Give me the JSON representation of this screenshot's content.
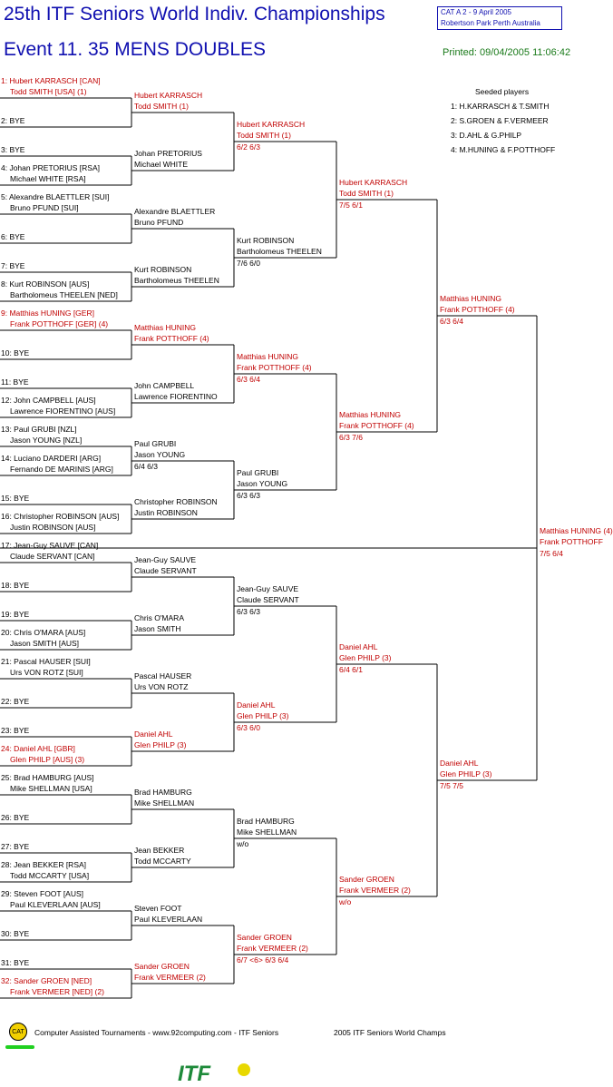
{
  "header": {
    "title": "25th ITF Seniors World Indiv. Championships",
    "event": "Event 11. 35 MENS DOUBLES",
    "cat_line1": "CAT A   2 - 9 April 2005",
    "cat_line2": "Robertson Park Perth    Australia",
    "printed": "Printed: 09/04/2005 11:06:42"
  },
  "seeds": {
    "title": "Seeded players",
    "items": [
      "1: H.KARRASCH & T.SMITH",
      "2: S.GROEN & F.VERMEER",
      "3: D.AHL & G.PHILP",
      "4: M.HUNING & F.POTTHOFF"
    ]
  },
  "draw": [
    {
      "a": "1: Hubert KARRASCH [CAN]",
      "b": "Todd SMITH [USA] (1)",
      "red": true
    },
    {
      "a": "2: BYE",
      "b": "",
      "red": false
    },
    {
      "a": "3: BYE",
      "b": "",
      "red": false
    },
    {
      "a": "4: Johan PRETORIUS [RSA]",
      "b": "Michael WHITE [RSA]",
      "red": false
    },
    {
      "a": "5: Alexandre BLAETTLER [SUI]",
      "b": "Bruno PFUND [SUI]",
      "red": false
    },
    {
      "a": "6: BYE",
      "b": "",
      "red": false
    },
    {
      "a": "7: BYE",
      "b": "",
      "red": false
    },
    {
      "a": "8: Kurt ROBINSON [AUS]",
      "b": "Bartholomeus THEELEN [NED]",
      "red": false
    },
    {
      "a": "9: Matthias HUNING [GER]",
      "b": "Frank POTTHOFF [GER] (4)",
      "red": true
    },
    {
      "a": "10: BYE",
      "b": "",
      "red": false
    },
    {
      "a": "11: BYE",
      "b": "",
      "red": false
    },
    {
      "a": "12: John CAMPBELL [AUS]",
      "b": "Lawrence FIORENTINO [AUS]",
      "red": false
    },
    {
      "a": "13: Paul GRUBI [NZL]",
      "b": "Jason YOUNG [NZL]",
      "red": false
    },
    {
      "a": "14: Luciano DARDERI [ARG]",
      "b": "Fernando DE MARINIS [ARG]",
      "red": false
    },
    {
      "a": "15: BYE",
      "b": "",
      "red": false
    },
    {
      "a": "16: Christopher ROBINSON [AUS]",
      "b": "Justin ROBINSON [AUS]",
      "red": false
    },
    {
      "a": "17: Jean-Guy SAUVE [CAN]",
      "b": "Claude SERVANT [CAN]",
      "red": false
    },
    {
      "a": "18: BYE",
      "b": "",
      "red": false
    },
    {
      "a": "19: BYE",
      "b": "",
      "red": false
    },
    {
      "a": "20: Chris O'MARA [AUS]",
      "b": "Jason SMITH [AUS]",
      "red": false
    },
    {
      "a": "21: Pascal HAUSER [SUI]",
      "b": "Urs VON ROTZ [SUI]",
      "red": false
    },
    {
      "a": "22: BYE",
      "b": "",
      "red": false
    },
    {
      "a": "23: BYE",
      "b": "",
      "red": false
    },
    {
      "a": "24: Daniel AHL [GBR]",
      "b": "Glen PHILP [AUS] (3)",
      "red": true
    },
    {
      "a": "25: Brad HAMBURG [AUS]",
      "b": "Mike SHELLMAN [USA]",
      "red": false
    },
    {
      "a": "26: BYE",
      "b": "",
      "red": false
    },
    {
      "a": "27: BYE",
      "b": "",
      "red": false
    },
    {
      "a": "28: Jean BEKKER [RSA]",
      "b": "Todd MCCARTY [USA]",
      "red": false
    },
    {
      "a": "29: Steven FOOT [AUS]",
      "b": "Paul KLEVERLAAN [AUS]",
      "red": false
    },
    {
      "a": "30: BYE",
      "b": "",
      "red": false
    },
    {
      "a": "31: BYE",
      "b": "",
      "red": false
    },
    {
      "a": "32: Sander GROEN [NED]",
      "b": "Frank VERMEER [NED] (2)",
      "red": true
    }
  ],
  "rounds": [
    [
      {
        "a": "Hubert KARRASCH",
        "b": "Todd SMITH (1)",
        "score": "",
        "red": true
      },
      {
        "a": "Johan PRETORIUS",
        "b": "Michael WHITE",
        "score": "",
        "red": false
      },
      {
        "a": "Alexandre BLAETTLER",
        "b": "Bruno PFUND",
        "score": "",
        "red": false
      },
      {
        "a": "Kurt ROBINSON",
        "b": "Bartholomeus THEELEN",
        "score": "",
        "red": false
      },
      {
        "a": "Matthias HUNING",
        "b": "Frank POTTHOFF (4)",
        "score": "",
        "red": true
      },
      {
        "a": "John CAMPBELL",
        "b": "Lawrence FIORENTINO",
        "score": "",
        "red": false
      },
      {
        "a": "Paul GRUBI",
        "b": "Jason YOUNG",
        "score": "6/4 6/3",
        "red": false
      },
      {
        "a": "Christopher ROBINSON",
        "b": "Justin ROBINSON",
        "score": "",
        "red": false
      },
      {
        "a": "Jean-Guy SAUVE",
        "b": "Claude SERVANT",
        "score": "",
        "red": false
      },
      {
        "a": "Chris O'MARA",
        "b": "Jason SMITH",
        "score": "",
        "red": false
      },
      {
        "a": "Pascal HAUSER",
        "b": "Urs VON ROTZ",
        "score": "",
        "red": false
      },
      {
        "a": "Daniel AHL",
        "b": "Glen PHILP (3)",
        "score": "",
        "red": true
      },
      {
        "a": "Brad HAMBURG",
        "b": "Mike SHELLMAN",
        "score": "",
        "red": false
      },
      {
        "a": "Jean BEKKER",
        "b": "Todd MCCARTY",
        "score": "",
        "red": false
      },
      {
        "a": "Steven FOOT",
        "b": "Paul KLEVERLAAN",
        "score": "",
        "red": false
      },
      {
        "a": "Sander GROEN",
        "b": "Frank VERMEER (2)",
        "score": "",
        "red": true
      }
    ],
    [
      {
        "a": "Hubert KARRASCH",
        "b": "Todd SMITH (1)",
        "score": "6/2 6/3",
        "red": true
      },
      {
        "a": "Kurt ROBINSON",
        "b": "Bartholomeus THEELEN",
        "score": "7/6 6/0",
        "red": false
      },
      {
        "a": "Matthias HUNING",
        "b": "Frank POTTHOFF (4)",
        "score": "6/3 6/4",
        "red": true
      },
      {
        "a": "Paul GRUBI",
        "b": "Jason YOUNG",
        "score": "6/3 6/3",
        "red": false
      },
      {
        "a": "Jean-Guy SAUVE",
        "b": "Claude SERVANT",
        "score": "6/3 6/3",
        "red": false
      },
      {
        "a": "Daniel AHL",
        "b": "Glen PHILP (3)",
        "score": "6/3 6/0",
        "red": true
      },
      {
        "a": "Brad HAMBURG",
        "b": "Mike SHELLMAN",
        "score": "w/o",
        "red": false
      },
      {
        "a": "Sander GROEN",
        "b": "Frank VERMEER (2)",
        "score": "6/7 <6> 6/3 6/4",
        "red": true
      }
    ],
    [
      {
        "a": "Hubert KARRASCH",
        "b": "Todd SMITH (1)",
        "score": "7/5 6/1",
        "red": true
      },
      {
        "a": "Matthias HUNING",
        "b": "Frank POTTHOFF (4)",
        "score": "6/3 7/6",
        "red": true
      },
      {
        "a": "Daniel AHL",
        "b": "Glen PHILP (3)",
        "score": "6/4 6/1",
        "red": true
      },
      {
        "a": "Sander GROEN",
        "b": "Frank VERMEER (2)",
        "score": "w/o",
        "red": true
      }
    ],
    [
      {
        "a": "Matthias HUNING",
        "b": "Frank POTTHOFF (4)",
        "score": "6/3 6/4",
        "red": true
      },
      {
        "a": "Daniel AHL",
        "b": "Glen PHILP (3)",
        "score": "7/5 7/5",
        "red": true
      }
    ],
    [
      {
        "a": "Matthias HUNING (4)",
        "b": "Frank POTTHOFF",
        "score": "7/5 6/4",
        "red": true
      }
    ]
  ],
  "footer": {
    "logo": "CAT",
    "text": "Computer Assisted Tournaments - www.92computing.com -  ITF Seniors",
    "champ": "2005 ITF Seniors World Champs",
    "itf": "ITF"
  }
}
